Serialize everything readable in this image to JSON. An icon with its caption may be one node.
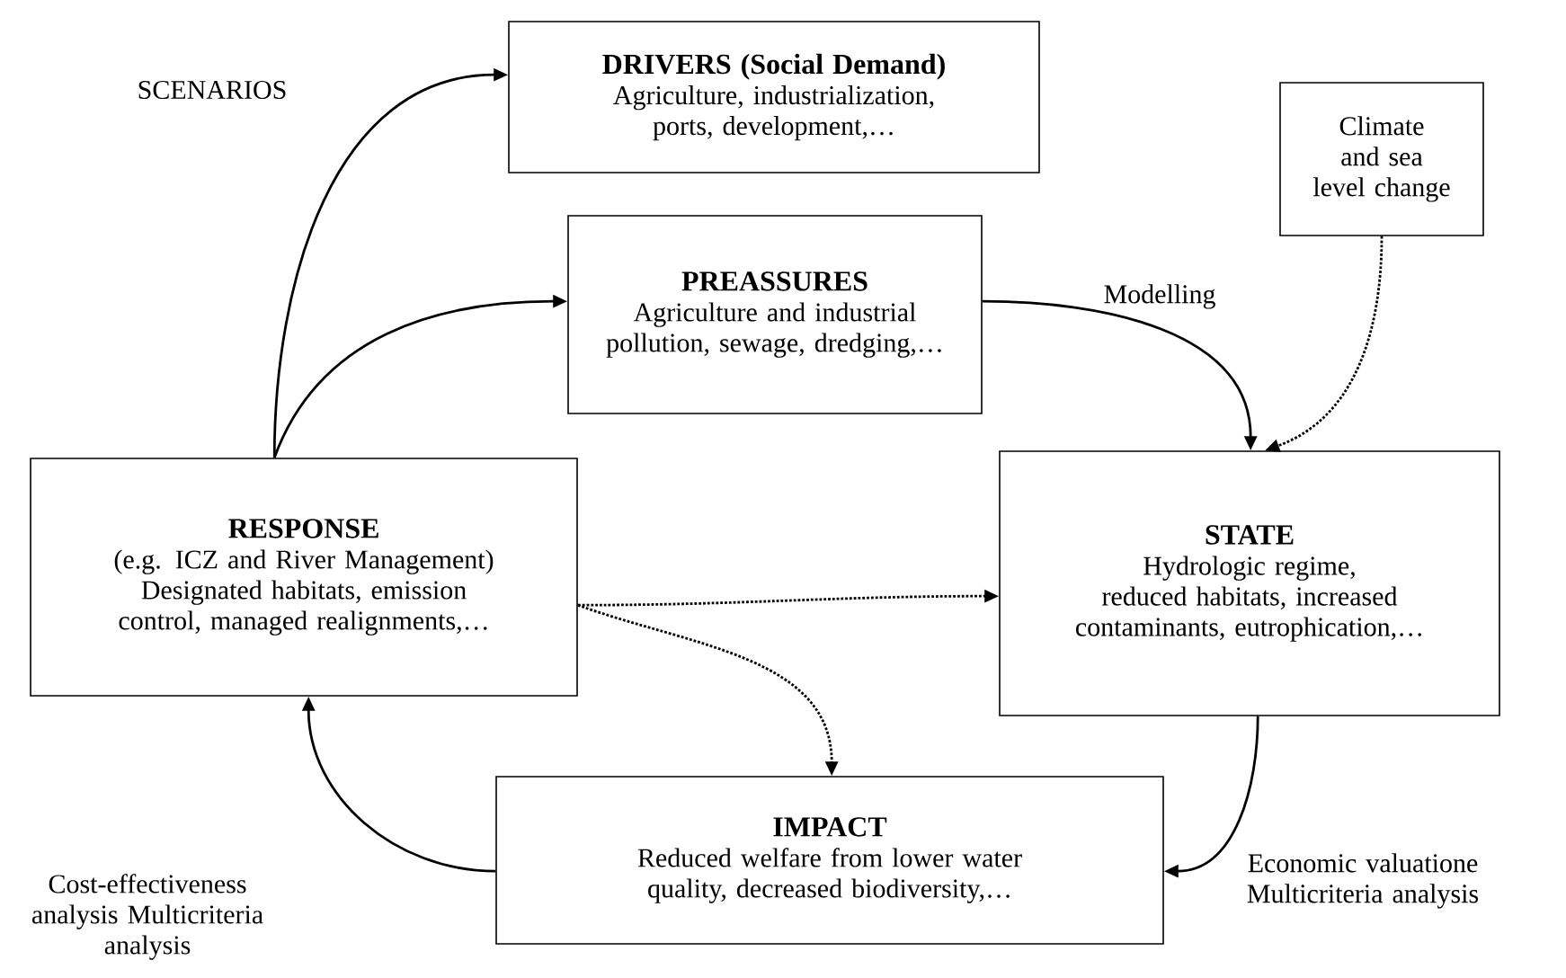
{
  "diagram": {
    "nodes": [
      {
        "text": [
          "DRIVERS (Social Demand)",
          "Agriculture, industrialization, ports, development,…"
        ]
      },
      {
        "text": [
          "PREASSURES",
          "Agriculture and industrial pollution, sewage, dredging,…"
        ]
      },
      {
        "text": [
          "Climate and sea level change"
        ]
      },
      {
        "text": [
          "RESPONSE",
          "(e.g. ICZ and River Management)",
          "Designated habitats, emission control, managed realignments,…"
        ]
      },
      {
        "text": [
          "STATE",
          "Hydrologic regime, reduced habitats, increased contaminants, eutrophication,…"
        ]
      },
      {
        "text": [
          "IMPACT",
          "Reduced welfare from lower water quality, decreased biodiversity,…"
        ]
      }
    ],
    "edges": [
      {
        "from": 3,
        "to": 0,
        "arrow": "to"
      },
      {
        "from": 3,
        "to": 1,
        "arrow": "to"
      },
      {
        "from": 1,
        "to": 4,
        "arrow": "to"
      },
      {
        "from": 2,
        "to": 4,
        "arrow": "to",
        "style": "dashed"
      },
      {
        "from": 3,
        "to": 4,
        "arrow": "to",
        "style": "dashed"
      },
      {
        "from": 3,
        "to": 5,
        "arrow": "to",
        "style": "dashed"
      },
      {
        "from": 4,
        "to": 5,
        "arrow": "to"
      },
      {
        "from": 5,
        "to": 3,
        "arrow": "to"
      }
    ],
    "labels": [
      "SCENARIOS",
      "Modelling",
      "Economic valuatione Multicriteria analysis",
      "Cost-effectiveness analysis Multicriteria analysis"
    ]
  }
}
